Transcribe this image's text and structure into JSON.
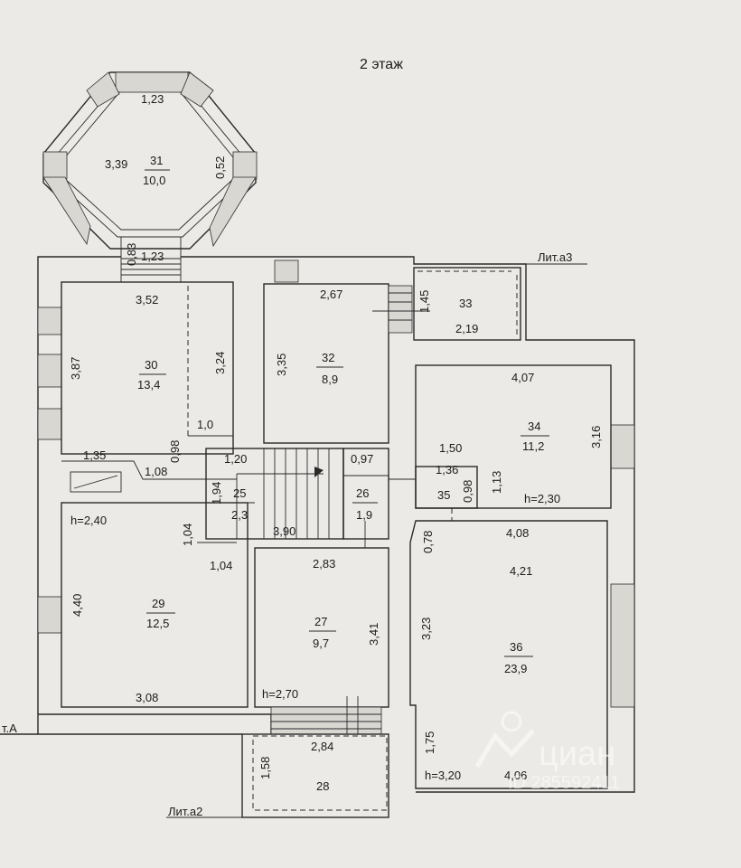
{
  "title": "2 этаж",
  "lit_labels": {
    "a3": "Лит.а3",
    "a2": "Лит.а2",
    "a": "т.А"
  },
  "rooms": [
    {
      "no": "31",
      "area": "10,0"
    },
    {
      "no": "30",
      "area": "13,4"
    },
    {
      "no": "32",
      "area": "8,9"
    },
    {
      "no": "33",
      "area": ""
    },
    {
      "no": "34",
      "area": "11,2"
    },
    {
      "no": "25",
      "area": "2,3"
    },
    {
      "no": "26",
      "area": "1,9"
    },
    {
      "no": "35",
      "area": ""
    },
    {
      "no": "29",
      "area": "12,5"
    },
    {
      "no": "27",
      "area": "9,7"
    },
    {
      "no": "36",
      "area": "23,9"
    },
    {
      "no": "28",
      "area": ""
    }
  ],
  "dimensions": [
    "1,23",
    "3,39",
    "0,52",
    "0,83",
    "1,23",
    "3,52",
    "2,67",
    "1,45",
    "2,19",
    "3,87",
    "3,24",
    "3,35",
    "4,07",
    "3,16",
    "1,0",
    "1,35",
    "0,98",
    "1,08",
    "1,20",
    "0,97",
    "1,50",
    "1,36",
    "1,13",
    "0,98",
    "1,94",
    "3,90",
    "4,08",
    "1,04",
    "0,78",
    "1,04",
    "2,83",
    "4,21",
    "4,40",
    "3,41",
    "3,23",
    "3,08",
    "1,75",
    "2,84",
    "1,58",
    "4,06"
  ],
  "heights": [
    "h=2,40",
    "h=2,30",
    "h=2,70",
    "h=3,20"
  ],
  "watermark": {
    "brand": "циан",
    "id": "ID 285592411"
  }
}
